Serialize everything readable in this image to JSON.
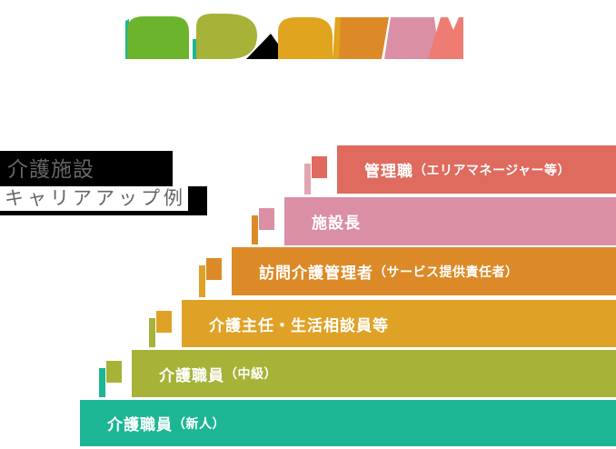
{
  "title_block": {
    "line1": "介護施設",
    "line2": "キャリアアップ例",
    "bg_color": "#000000",
    "text_color": "#666666",
    "line2_highlight_color": "#ffffff"
  },
  "ladder": {
    "text_color": "#ffffff",
    "steps": [
      {
        "id": "kanrishoku",
        "main": "管理職",
        "sub": "（エリアマネージャー等）",
        "color": "#df6a5e",
        "flag": {
          "flag_color": "#df6a5e",
          "pole_color": "#e2a6b0"
        }
      },
      {
        "id": "shisetsucho",
        "main": "施設長",
        "sub": "",
        "color": "#db8fa4",
        "flag": {
          "flag_color": "#db8fa4",
          "pole_color": "#dc8a28"
        }
      },
      {
        "id": "homon-kaigo-kanrisha",
        "main": "訪問介護管理者",
        "sub": "（サービス提供責任者）",
        "color": "#dc8a28",
        "flag": {
          "flag_color": "#dc8a28",
          "pole_color": "#dfa227"
        }
      },
      {
        "id": "kaigo-shunin",
        "main": "介護主任・生活相談員等",
        "sub": "",
        "color": "#dfa227",
        "flag": {
          "flag_color": "#dfa227",
          "pole_color": "#a7b239"
        }
      },
      {
        "id": "kaigo-shokuin-chukyu",
        "main": "介護職員",
        "sub": "（中級）",
        "color": "#a7b239",
        "flag": {
          "flag_color": "#a7b239",
          "pole_color": "#1db695"
        }
      },
      {
        "id": "kaigo-shokuin-shinjin",
        "main": "介護職員",
        "sub": "（新人）",
        "color": "#1db695",
        "flag": null
      }
    ]
  },
  "banner": {
    "palette": {
      "green": "#6cb42d",
      "teal": "#1db695",
      "yellow_green": "#a7b239",
      "gold": "#e0a41f",
      "orange": "#dc8a28",
      "pink": "#db8fa4",
      "salmon": "#ee7c72",
      "black": "#000000",
      "white": "#ffffff"
    }
  }
}
